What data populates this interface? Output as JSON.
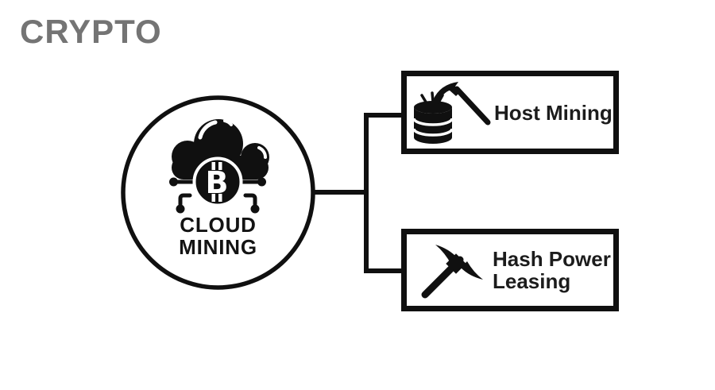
{
  "brand": {
    "logo_text": "CRYPTO"
  },
  "diagram": {
    "center_node": {
      "label_line1": "CLOUD",
      "label_line2": "MINING",
      "bitcoin_symbol": "B",
      "icon": "cloud-bitcoin-icon"
    },
    "branches": [
      {
        "id": "host-mining",
        "label": "Host Mining",
        "icon": "barrel-pickaxe-icon"
      },
      {
        "id": "hash-power-leasing",
        "label_line1": "Hash Power",
        "label_line2": "Leasing",
        "icon": "pickaxe-icon"
      }
    ]
  },
  "colors": {
    "ink": "#101010",
    "label_text": "#1c1c1c",
    "brand_gray": "#747474",
    "background": "#ffffff"
  }
}
